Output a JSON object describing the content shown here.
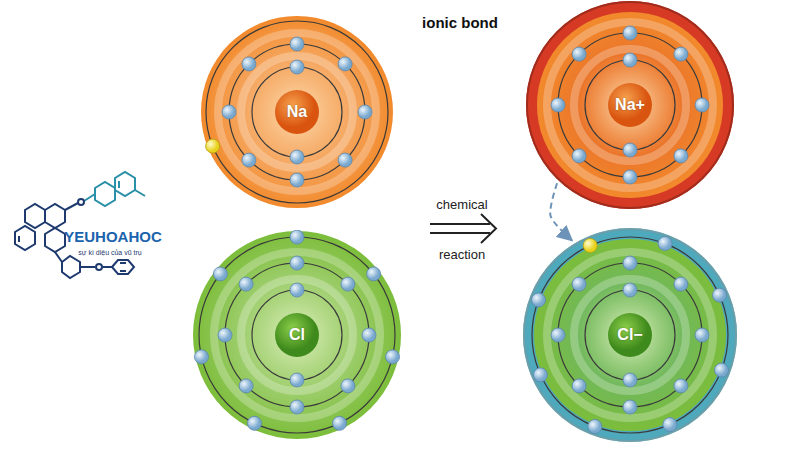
{
  "diagram": {
    "title": "ionic bond",
    "nodes": [
      {
        "text": [
          "Na"
        ]
      },
      {
        "text": [
          "Cl"
        ]
      },
      {
        "text": [
          "Na+"
        ]
      },
      {
        "text": [
          "Cl−"
        ]
      }
    ],
    "edges": [
      {
        "from": 2,
        "to": 3,
        "arrow": "to"
      }
    ],
    "labels": [
      "chemical",
      "reaction",
      "YEUHOAHOC",
      "sự kì diệu của vũ trụ"
    ]
  }
}
